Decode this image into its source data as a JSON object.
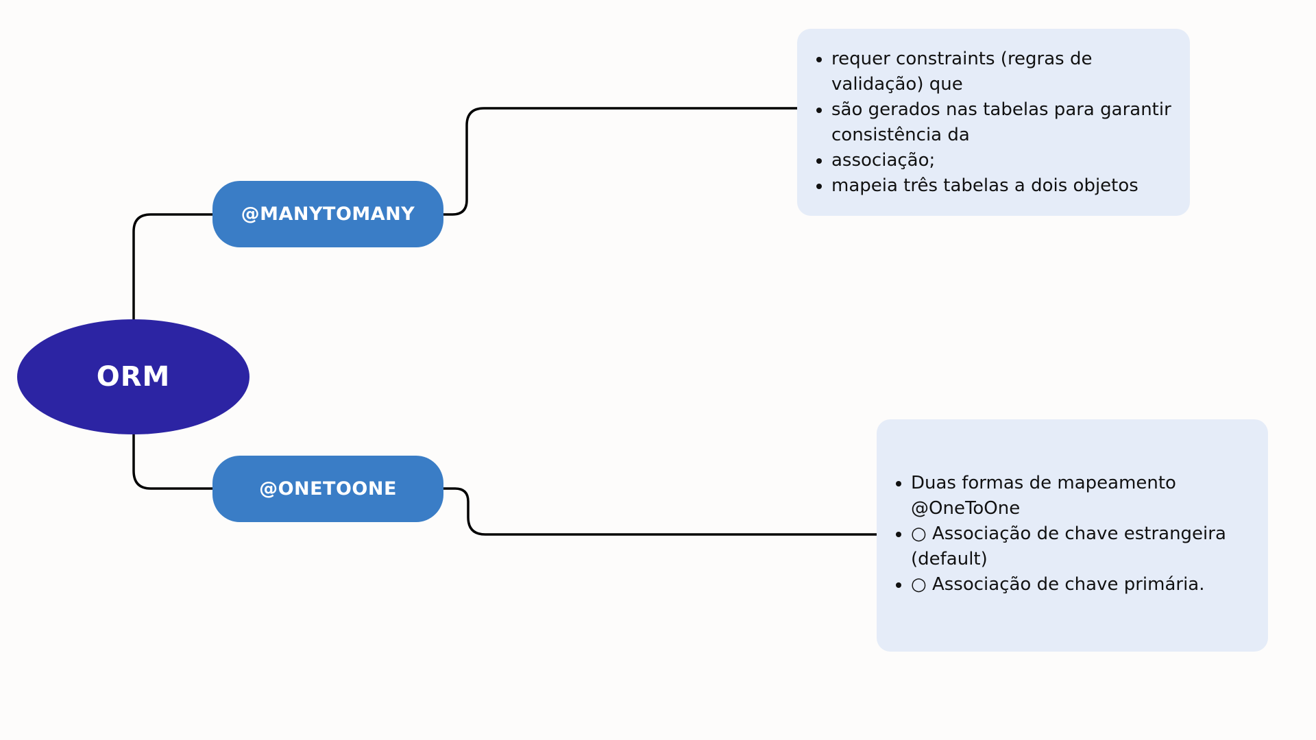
{
  "root": {
    "label": "ORM",
    "color": "#2c24a3"
  },
  "branches": [
    {
      "label": "@MANYTOMANY",
      "color": "#3a7dc6",
      "notes": [
        "requer constraints (regras de validação) que",
        "são gerados nas tabelas para garantir consistência da",
        "associação;",
        "mapeia três tabelas a dois objetos"
      ]
    },
    {
      "label": "@ONETOONE",
      "color": "#3a7dc6",
      "notes": [
        "Duas formas de mapeamento @OneToOne",
        "○ Associação de chave estrangeira (default)",
        "○ Associação de chave primária."
      ]
    }
  ],
  "note_background": "#e5ecf8"
}
